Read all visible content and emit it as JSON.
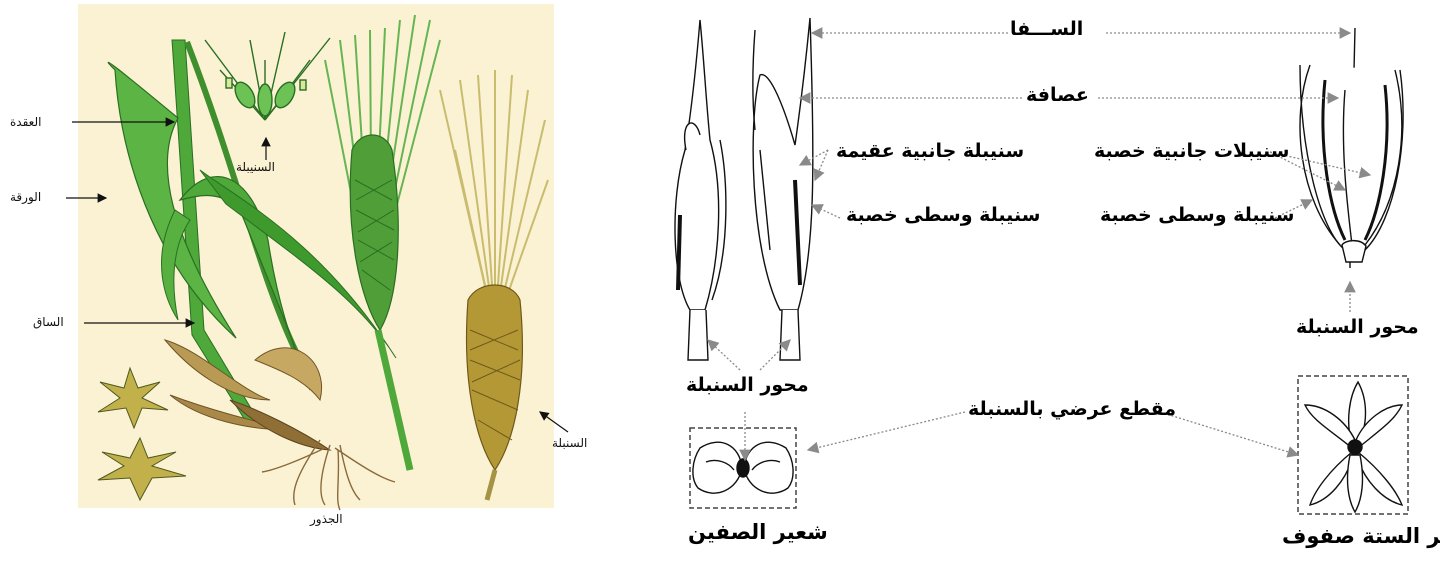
{
  "left_panel": {
    "labels": {
      "node": "العقدة",
      "leaf": "الورقة",
      "stem": "الساق",
      "spikelet": "السنيبلة",
      "spike": "السنبلة",
      "roots": "الجذور"
    }
  },
  "right_panel": {
    "labels": {
      "awn": "الســـفا",
      "lemma": "عصافة",
      "sterile_lateral": "سنيبلة جانبية عقيمة",
      "fertile_laterals": "سنيبلات جانبية خصبة",
      "central_fertile_left": "سنيبلة وسطى خصبة",
      "central_fertile_right": "سنيبلة وسطى خصبة",
      "rachis_left": "محور السنبلة",
      "rachis_right": "محور السنبلة",
      "cross_section": "مقطع عرضي بالسنبلة",
      "two_row": "شعير الصفين",
      "six_row": "شعير الستة صفوف"
    }
  },
  "colors": {
    "panel_bg": "#fbf2d4",
    "leaf_green": "#3f9a2e",
    "leaf_dark": "#2a6e22",
    "spike_ripe": "#b8a13c",
    "root_brown": "#8a6a3a",
    "line_art": "#111111",
    "arrow_grey": "#9a9a9a"
  }
}
